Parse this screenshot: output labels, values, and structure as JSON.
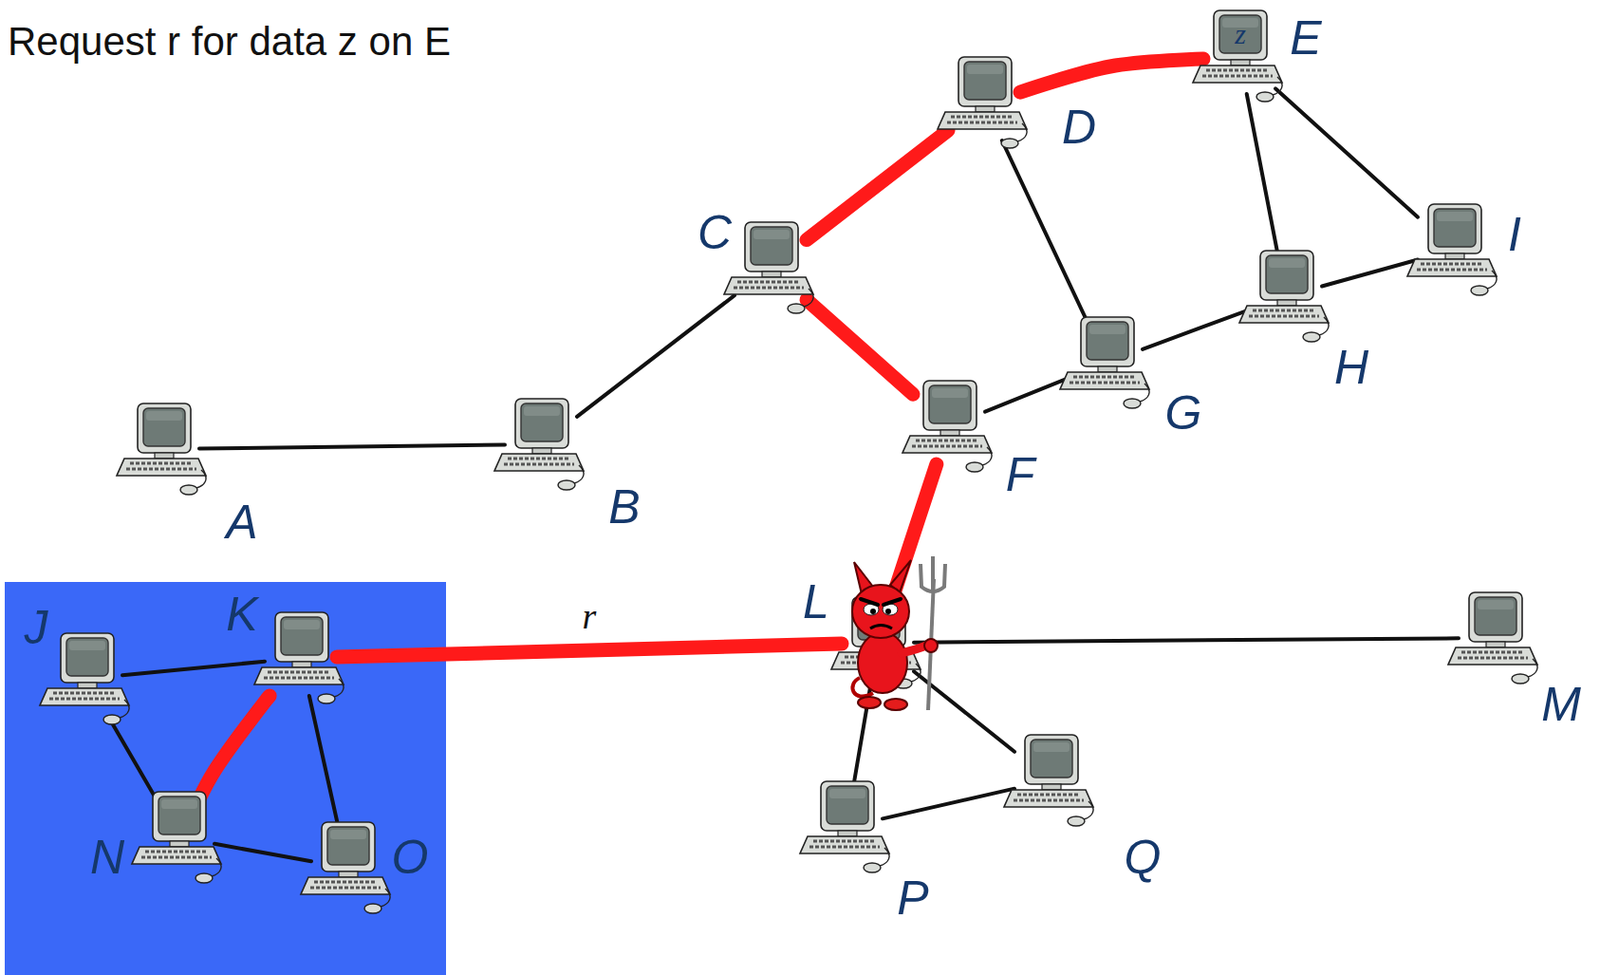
{
  "diagram": {
    "title": "Request r for data z on E",
    "nodes": [
      {
        "text": [
          "z",
          "E"
        ]
      },
      {
        "text": [
          "D"
        ]
      },
      {
        "text": [
          "C"
        ]
      },
      {
        "text": [
          "I"
        ]
      },
      {
        "text": [
          "H"
        ]
      },
      {
        "text": [
          "G"
        ]
      },
      {
        "text": [
          "F"
        ]
      },
      {
        "text": [
          "A"
        ]
      },
      {
        "text": [
          "B"
        ]
      },
      {
        "text": [
          "J"
        ]
      },
      {
        "text": [
          "K"
        ]
      },
      {
        "text": [
          "L"
        ]
      },
      {
        "text": [
          "M"
        ]
      },
      {
        "text": [
          "N"
        ]
      },
      {
        "text": [
          "O"
        ]
      },
      {
        "text": [
          "Q"
        ]
      },
      {
        "text": [
          "P"
        ]
      }
    ],
    "edges": [
      {
        "from": 13,
        "to": 10,
        "arrow": "none"
      },
      {
        "from": 10,
        "to": 11,
        "label": "r",
        "arrow": "none"
      },
      {
        "from": 11,
        "to": 6,
        "arrow": "none"
      },
      {
        "from": 6,
        "to": 2,
        "arrow": "none"
      },
      {
        "from": 2,
        "to": 1,
        "arrow": "none"
      },
      {
        "from": 1,
        "to": 0,
        "arrow": "none"
      },
      {
        "from": 7,
        "to": 8,
        "arrow": "none"
      },
      {
        "from": 8,
        "to": 2,
        "arrow": "none"
      },
      {
        "from": 1,
        "to": 5,
        "arrow": "none"
      },
      {
        "from": 6,
        "to": 5,
        "arrow": "none"
      },
      {
        "from": 5,
        "to": 4,
        "arrow": "none"
      },
      {
        "from": 4,
        "to": 3,
        "arrow": "none"
      },
      {
        "from": 0,
        "to": 4,
        "arrow": "none"
      },
      {
        "from": 0,
        "to": 3,
        "arrow": "none"
      },
      {
        "from": 9,
        "to": 10,
        "arrow": "none"
      },
      {
        "from": 9,
        "to": 13,
        "arrow": "none"
      },
      {
        "from": 10,
        "to": 14,
        "arrow": "none"
      },
      {
        "from": 13,
        "to": 14,
        "arrow": "none"
      },
      {
        "from": 11,
        "to": 12,
        "arrow": "none"
      },
      {
        "from": 11,
        "to": 16,
        "arrow": "none"
      },
      {
        "from": 11,
        "to": 15,
        "arrow": "none"
      },
      {
        "from": 16,
        "to": 15,
        "arrow": "none"
      }
    ]
  }
}
